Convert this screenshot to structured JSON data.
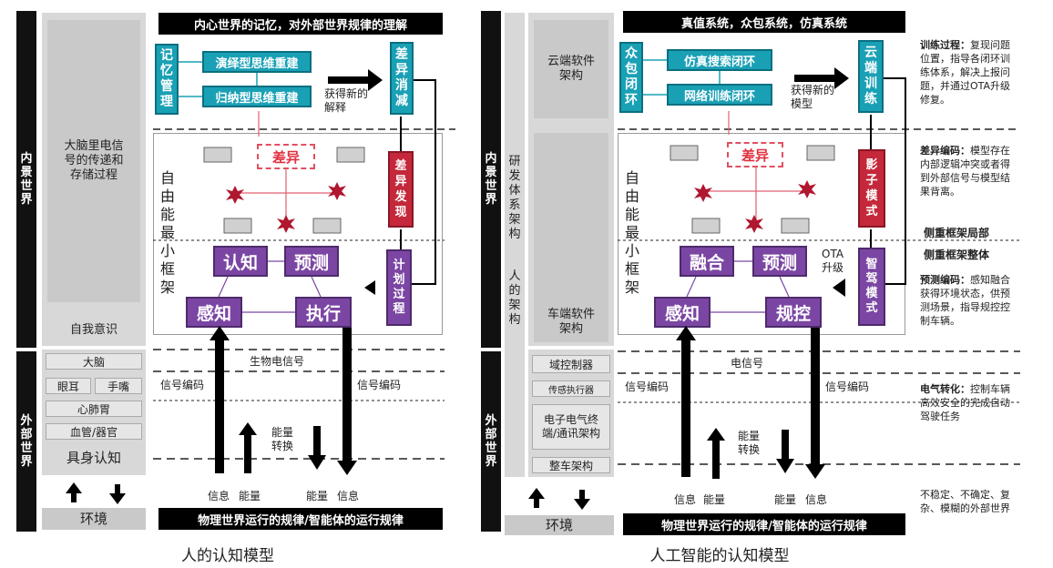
{
  "left": {
    "inner_world": "内景世界",
    "outer_world": "外部世界",
    "brain_desc": "大脑里电信号的传递和存储过程",
    "self_awareness": "自我意识",
    "body_parts": [
      "大脑",
      "眼耳",
      "手嘴",
      "心肺胃",
      "血管/器官"
    ],
    "embodied": "具身认知",
    "env": "环境",
    "top_bar": "内心世界的记忆，对外部世界规律的理解",
    "memory_mgmt": "记忆管理",
    "deductive": "演绎型思维重建",
    "inductive": "归纳型思维重建",
    "diff_reduce": "差异消减",
    "new_explain": "获得新的解释",
    "diff": "差异",
    "diff_found": "差异发现",
    "framework": "自由能最小框架",
    "cognition": "认知",
    "predict": "预测",
    "perceive": "感知",
    "execute": "执行",
    "plan": "计划过程",
    "bio_signal": "生物电信号",
    "signal_encode_l": "信号编码",
    "signal_encode_r": "信号编码",
    "energy_convert": "能量转换",
    "info_l": "信息",
    "energy_l": "能量",
    "energy_r": "能量",
    "info_r": "信息",
    "bottom_bar": "物理世界运行的规律/智能体的运行规律",
    "caption": "人的认知模型"
  },
  "right": {
    "inner_world": "内景世界",
    "outer_world": "外部世界",
    "rd_arch": "研发体系架构",
    "human_arch": "人的架构",
    "cloud_sw": "云端软件架构",
    "car_sw": "车端软件架构",
    "domain_ctrl": "域控制器",
    "sensor_actuator": "传感执行器",
    "ee_arch": "电子电气终端/通讯架构",
    "vehicle_arch": "整车架构",
    "env": "环境",
    "top_bar": "真值系统，众包系统，仿真系统",
    "crowd_loop": "众包闭环",
    "sim_search": "仿真搜索闭环",
    "net_train": "网络训练闭环",
    "cloud_train": "云端训练",
    "new_model": "获得新的模型",
    "diff": "差异",
    "shadow": "影子模式",
    "framework": "自由能最小框架",
    "fusion": "融合",
    "predict": "预测",
    "perceive": "感知",
    "control": "规控",
    "ota": "OTA升级",
    "smart_drive": "智驾模式",
    "elec_signal": "电信号",
    "signal_encode_l": "信号编码",
    "signal_encode_r": "信号编码",
    "energy_convert": "能量转换",
    "info_l": "信息",
    "energy_l": "能量",
    "energy_r": "能量",
    "info_r": "信息",
    "bottom_bar": "物理世界运行的规律/智能体的运行规律",
    "caption": "人工智能的认知模型"
  },
  "notes": {
    "train_title": "训练过程：",
    "train_body": "复现问题位置，指导各闭环训练体系，解决上报问题，并通过OTA升级修复。",
    "diffenc_title": "差异编码：",
    "diffenc_body": "模型存在内部逻辑冲突或者得到外部信号与模型结果背离。",
    "local": "侧重框架局部",
    "global": "侧重框架整体",
    "predenc_title": "预测编码：",
    "predenc_body": "感知融合获得环境状态，供预测场景，指导规控控制车辆。",
    "elec_title": "电气转化：",
    "elec_body": "控制车辆高效安全的完成自动驾驶任务",
    "uncertain": "不稳定、不确定、复杂、模糊的外部世界"
  }
}
